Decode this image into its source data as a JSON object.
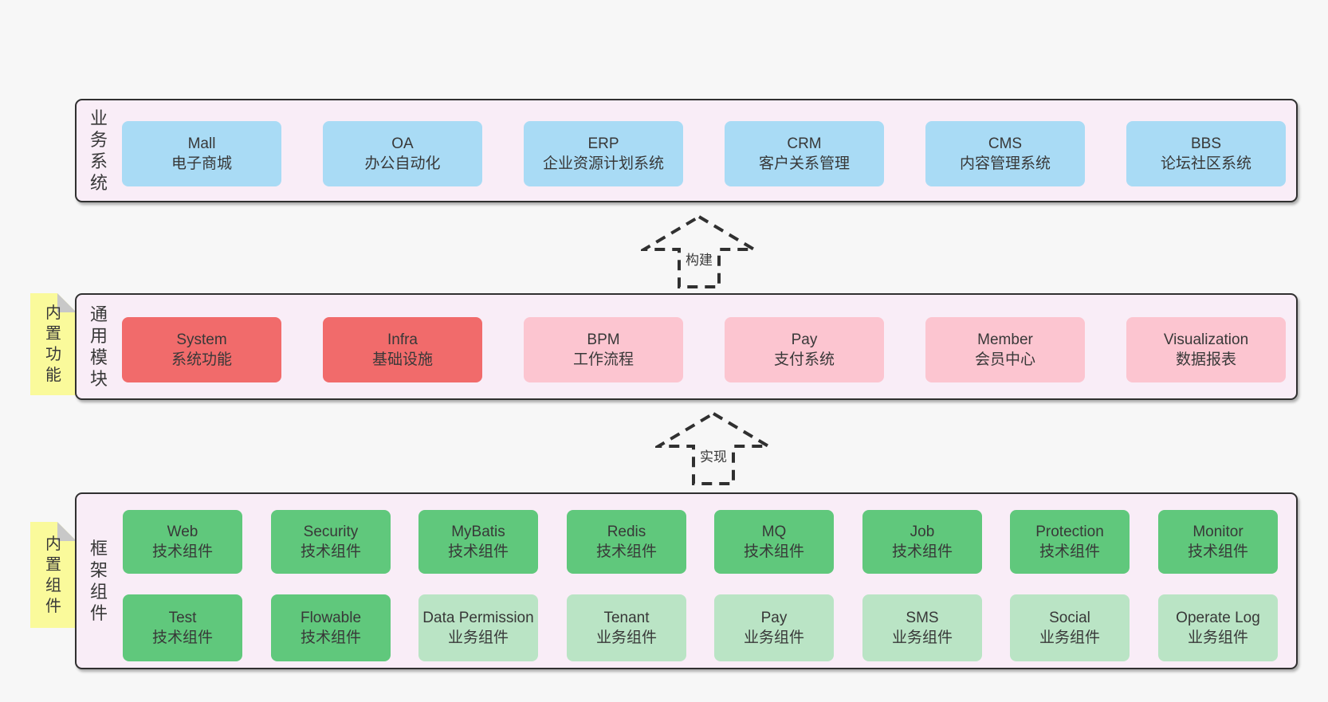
{
  "colors": {
    "page_bg": "#f7f7f7",
    "panel_bg": "#f9edf7",
    "panel_border": "#303030",
    "blue": "#a9dbf5",
    "red": "#f16b6b",
    "pink": "#fcc5d0",
    "green": "#60c87c",
    "lightgreen": "#bae4c5",
    "yellow": "#fafa9b",
    "fold": "#c8c8c8",
    "text": "#383838"
  },
  "sections": [
    {
      "id": "business",
      "side_label": "业务系统",
      "boxes": [
        {
          "en": "Mall",
          "zh": "电子商城",
          "color": "blue"
        },
        {
          "en": "OA",
          "zh": "办公自动化",
          "color": "blue"
        },
        {
          "en": "ERP",
          "zh": "企业资源计划系统",
          "color": "blue"
        },
        {
          "en": "CRM",
          "zh": "客户关系管理",
          "color": "blue"
        },
        {
          "en": "CMS",
          "zh": "内容管理系统",
          "color": "blue"
        },
        {
          "en": "BBS",
          "zh": "论坛社区系统",
          "color": "blue"
        }
      ]
    },
    {
      "id": "common",
      "tag": "内置功能",
      "side_label": "通用模块",
      "boxes": [
        {
          "en": "System",
          "zh": "系统功能",
          "color": "red"
        },
        {
          "en": "Infra",
          "zh": "基础设施",
          "color": "red"
        },
        {
          "en": "BPM",
          "zh": "工作流程",
          "color": "pink"
        },
        {
          "en": "Pay",
          "zh": "支付系统",
          "color": "pink"
        },
        {
          "en": "Member",
          "zh": "会员中心",
          "color": "pink"
        },
        {
          "en": "Visualization",
          "zh": "数据报表",
          "color": "pink"
        }
      ]
    },
    {
      "id": "framework",
      "tag": "内置组件",
      "side_label": "框架组件",
      "rows": [
        [
          {
            "en": "Web",
            "zh": "技术组件",
            "color": "green"
          },
          {
            "en": "Security",
            "zh": "技术组件",
            "color": "green"
          },
          {
            "en": "MyBatis",
            "zh": "技术组件",
            "color": "green"
          },
          {
            "en": "Redis",
            "zh": "技术组件",
            "color": "green"
          },
          {
            "en": "MQ",
            "zh": "技术组件",
            "color": "green"
          },
          {
            "en": "Job",
            "zh": "技术组件",
            "color": "green"
          },
          {
            "en": "Protection",
            "zh": "技术组件",
            "color": "green"
          },
          {
            "en": "Monitor",
            "zh": "技术组件",
            "color": "green"
          }
        ],
        [
          {
            "en": "Test",
            "zh": "技术组件",
            "color": "green"
          },
          {
            "en": "Flowable",
            "zh": "技术组件",
            "color": "green"
          },
          {
            "en": "Data Permission",
            "zh": "业务组件",
            "color": "lightgreen"
          },
          {
            "en": "Tenant",
            "zh": "业务组件",
            "color": "lightgreen"
          },
          {
            "en": "Pay",
            "zh": "业务组件",
            "color": "lightgreen"
          },
          {
            "en": "SMS",
            "zh": "业务组件",
            "color": "lightgreen"
          },
          {
            "en": "Social",
            "zh": "业务组件",
            "color": "lightgreen"
          },
          {
            "en": "Operate Log",
            "zh": "业务组件",
            "color": "lightgreen"
          }
        ]
      ]
    }
  ],
  "arrows": [
    {
      "label": "构建"
    },
    {
      "label": "实现"
    }
  ]
}
